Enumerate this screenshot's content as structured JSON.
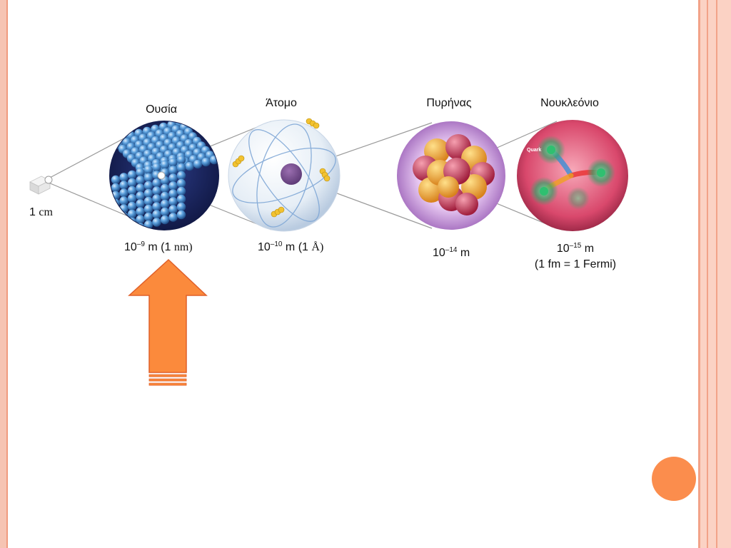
{
  "labels": {
    "matter": "Ουσία",
    "atom": "Άτομο",
    "nucleus": "Πυρήνας",
    "nucleon": "Νουκλεόνιο",
    "quark": "Quark"
  },
  "scales": {
    "cube": {
      "value": "1",
      "unit": "cm"
    },
    "matter": {
      "base": "10",
      "exp": "–9",
      "unit": " m",
      "paren_open": " (1 ",
      "paren_unit": "nm)"
    },
    "atom": {
      "base": "10",
      "exp": "–10",
      "unit": " m",
      "paren_open": " (1 ",
      "paren_unit": "Å)"
    },
    "nucleus": {
      "base": "10",
      "exp": "–14",
      "unit": " m"
    },
    "nucleon": {
      "base": "10",
      "exp": "–15",
      "unit": " m",
      "note": "(1 fm = 1 Fermi)"
    }
  },
  "colors": {
    "arrow_fill": "#fb8a3c",
    "arrow_stroke": "#e0602a",
    "bullet": "#fb8d4d",
    "frame": "#f6c4b3"
  },
  "icons": [
    "arrow-up-icon"
  ]
}
